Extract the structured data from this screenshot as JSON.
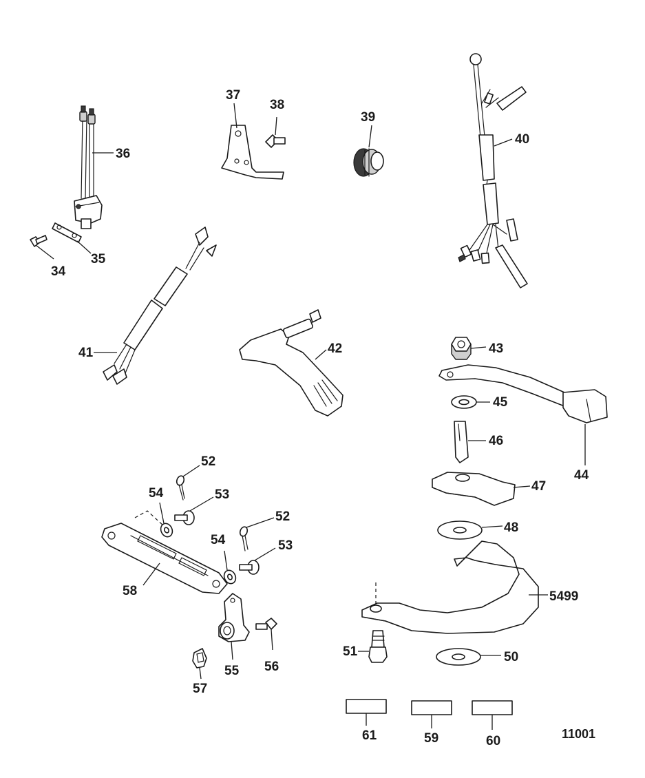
{
  "diagram_id": "11001",
  "callouts": {
    "c34": "34",
    "c35": "35",
    "c36": "36",
    "c37": "37",
    "c38": "38",
    "c39": "39",
    "c40": "40",
    "c41": "41",
    "c42": "42",
    "c43": "43",
    "c44": "44",
    "c45": "45",
    "c46": "46",
    "c47": "47",
    "c48": "48",
    "c5499": "5499",
    "c50": "50",
    "c51": "51",
    "c52a": "52",
    "c52b": "52",
    "c53a": "53",
    "c53b": "53",
    "c54a": "54",
    "c54b": "54",
    "c55": "55",
    "c56": "56",
    "c57": "57",
    "c58": "58",
    "c59": "59",
    "c60": "60",
    "c61": "61"
  },
  "parts": [
    {
      "number": "34",
      "shape": "bolt"
    },
    {
      "number": "35",
      "shape": "plate"
    },
    {
      "number": "36",
      "shape": "switch-with-leads"
    },
    {
      "number": "37",
      "shape": "bracket"
    },
    {
      "number": "38",
      "shape": "screw"
    },
    {
      "number": "39",
      "shape": "grommet"
    },
    {
      "number": "40",
      "shape": "wiring-harness"
    },
    {
      "number": "41",
      "shape": "wiring-harness"
    },
    {
      "number": "42",
      "shape": "lever-arm"
    },
    {
      "number": "43",
      "shape": "nut"
    },
    {
      "number": "44",
      "shape": "handle-lever"
    },
    {
      "number": "45",
      "shape": "washer"
    },
    {
      "number": "46",
      "shape": "pin"
    },
    {
      "number": "47",
      "shape": "cam-plate"
    },
    {
      "number": "48",
      "shape": "washer"
    },
    {
      "number": "5499",
      "shape": "friction-band"
    },
    {
      "number": "50",
      "shape": "washer"
    },
    {
      "number": "51",
      "shape": "stud"
    },
    {
      "number": "52",
      "shape": "cotter-pin"
    },
    {
      "number": "53",
      "shape": "shoulder-screw"
    },
    {
      "number": "54",
      "shape": "wave-washer"
    },
    {
      "number": "55",
      "shape": "link-arm"
    },
    {
      "number": "56",
      "shape": "bolt"
    },
    {
      "number": "57",
      "shape": "clip"
    },
    {
      "number": "58",
      "shape": "link-rod"
    },
    {
      "number": "59",
      "shape": "decal"
    },
    {
      "number": "60",
      "shape": "decal"
    },
    {
      "number": "61",
      "shape": "decal"
    }
  ]
}
